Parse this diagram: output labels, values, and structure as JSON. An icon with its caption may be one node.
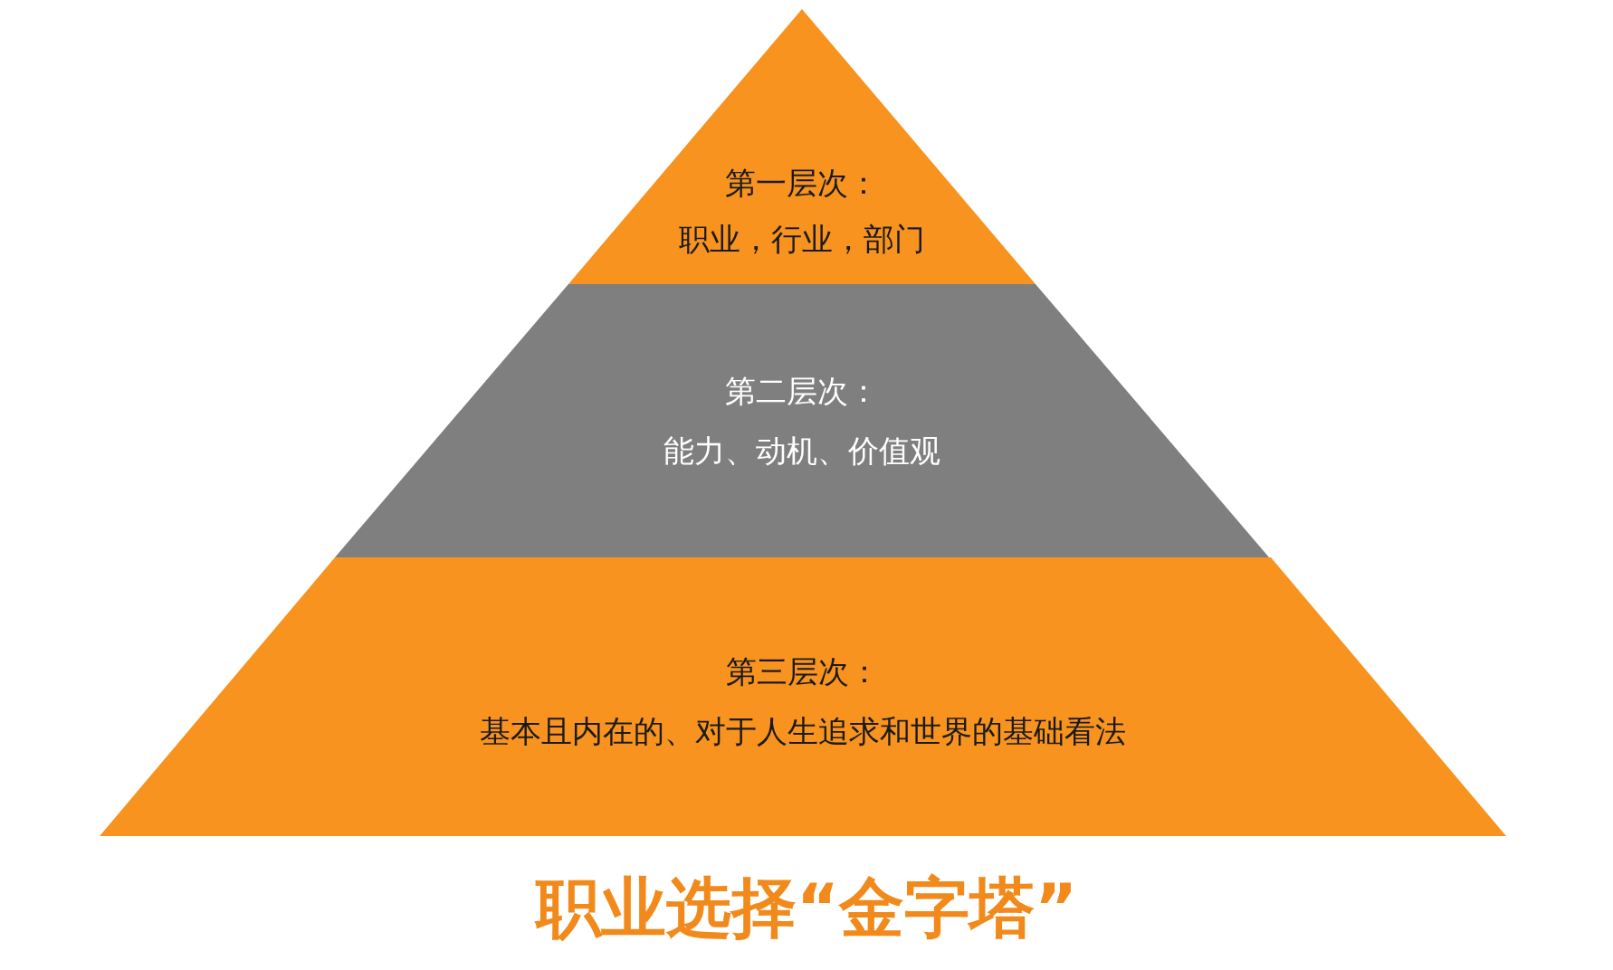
{
  "diagram": {
    "title": "职业选择“金字塔”",
    "nodes": [
      {
        "text": [
          "第一层次：",
          "职业，行业，部门"
        ]
      },
      {
        "text": [
          "第二层次：",
          "能力、动机、价值观"
        ]
      },
      {
        "text": [
          "第三层次：",
          "基本且内在的、对于人生追求和世界的基础看法"
        ]
      }
    ]
  }
}
